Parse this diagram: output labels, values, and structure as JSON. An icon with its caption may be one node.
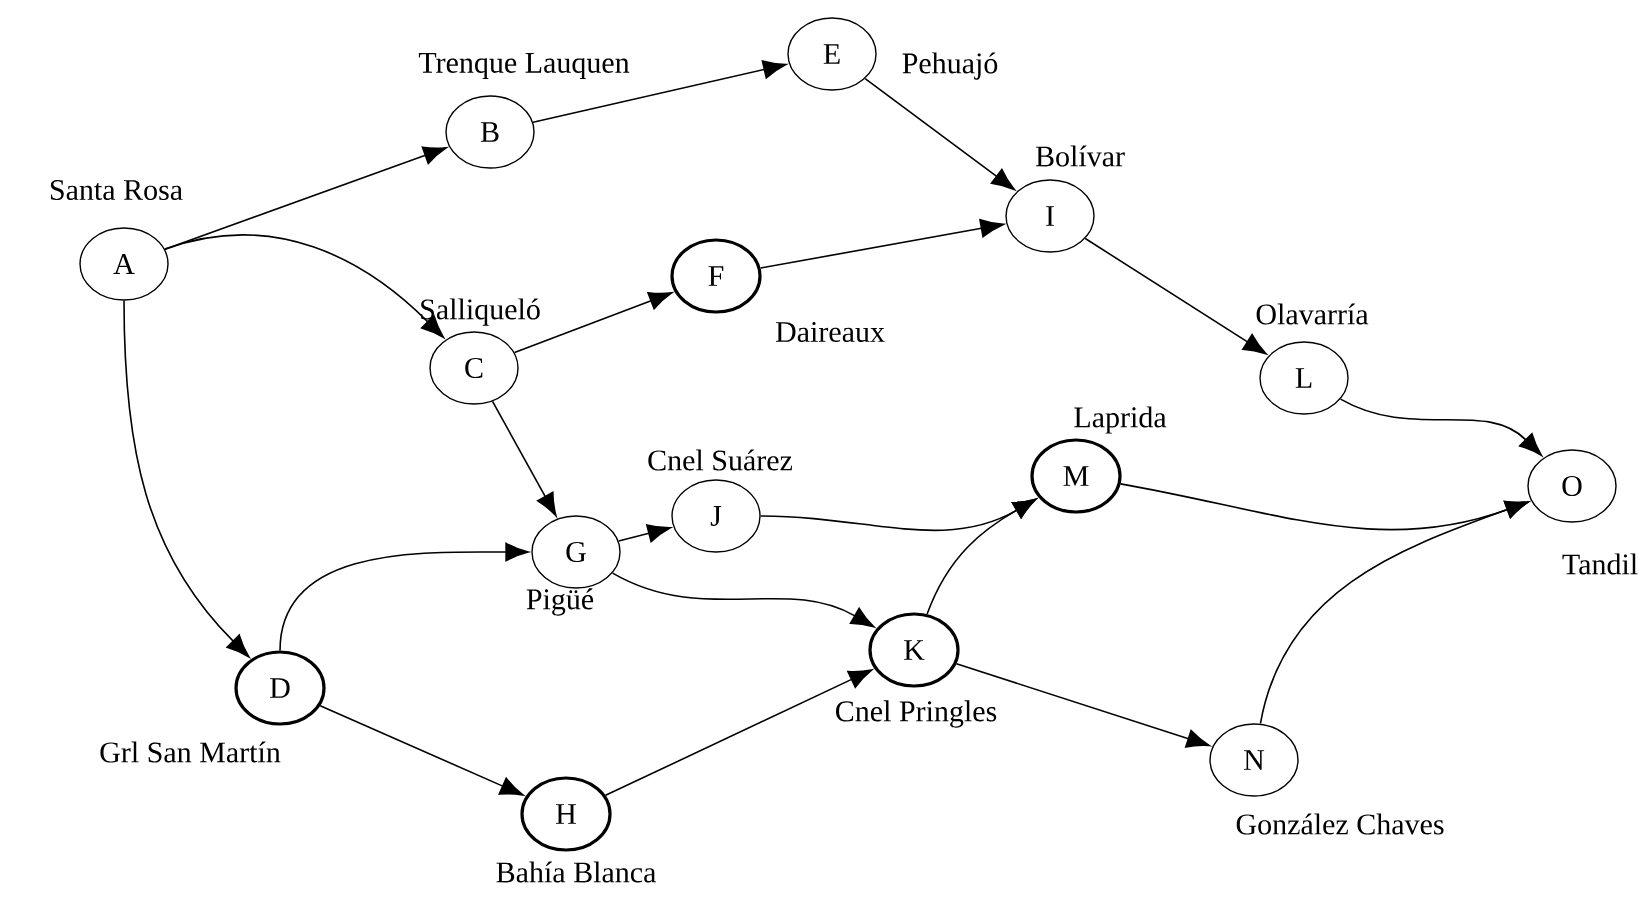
{
  "diagram": {
    "nodes": [
      {
        "text": [
          "A"
        ],
        "beside": [
          "Santa Rosa"
        ]
      },
      {
        "text": [
          "B"
        ],
        "beside": [
          "Trenque Lauquen"
        ]
      },
      {
        "text": [
          "C"
        ],
        "beside": [
          "Salliqueló"
        ]
      },
      {
        "text": [
          "D"
        ],
        "beside": [
          "Grl San Martín"
        ]
      },
      {
        "text": [
          "E"
        ],
        "beside": [
          "Pehuajó"
        ]
      },
      {
        "text": [
          "F"
        ],
        "beside": [
          "Daireaux"
        ]
      },
      {
        "text": [
          "G"
        ],
        "beside": [
          "Pigüé"
        ]
      },
      {
        "text": [
          "H"
        ],
        "beside": [
          "Bahía Blanca"
        ]
      },
      {
        "text": [
          "I"
        ],
        "beside": [
          "Bolívar"
        ]
      },
      {
        "text": [
          "J"
        ],
        "beside": [
          "Cnel Suárez"
        ]
      },
      {
        "text": [
          "K"
        ],
        "beside": [
          "Cnel Pringles"
        ]
      },
      {
        "text": [
          "L"
        ],
        "beside": [
          "Olavarría"
        ]
      },
      {
        "text": [
          "M"
        ],
        "beside": [
          "Laprida"
        ]
      },
      {
        "text": [
          "N"
        ],
        "beside": [
          "González Chaves"
        ]
      },
      {
        "text": [
          "O"
        ],
        "beside": [
          "Tandil"
        ]
      }
    ],
    "edges": [
      {
        "from": 0,
        "to": 1,
        "arrow": "to"
      },
      {
        "from": 0,
        "to": 2,
        "arrow": "to"
      },
      {
        "from": 0,
        "to": 3,
        "arrow": "to"
      },
      {
        "from": 1,
        "to": 4,
        "arrow": "to"
      },
      {
        "from": 4,
        "to": 8,
        "arrow": "to"
      },
      {
        "from": 8,
        "to": 11,
        "arrow": "to"
      },
      {
        "from": 11,
        "to": 14,
        "arrow": "to"
      },
      {
        "from": 2,
        "to": 5,
        "arrow": "to"
      },
      {
        "from": 2,
        "to": 6,
        "arrow": "to"
      },
      {
        "from": 5,
        "to": 8,
        "arrow": "to"
      },
      {
        "from": 3,
        "to": 6,
        "arrow": "to"
      },
      {
        "from": 3,
        "to": 7,
        "arrow": "to"
      },
      {
        "from": 6,
        "to": 9,
        "arrow": "to"
      },
      {
        "from": 6,
        "to": 10,
        "arrow": "to"
      },
      {
        "from": 9,
        "to": 12,
        "arrow": "to"
      },
      {
        "from": 7,
        "to": 10,
        "arrow": "to"
      },
      {
        "from": 10,
        "to": 12,
        "arrow": "to"
      },
      {
        "from": 10,
        "to": 13,
        "arrow": "to"
      },
      {
        "from": 12,
        "to": 14,
        "arrow": "to"
      },
      {
        "from": 13,
        "to": 14,
        "arrow": "to"
      }
    ]
  }
}
